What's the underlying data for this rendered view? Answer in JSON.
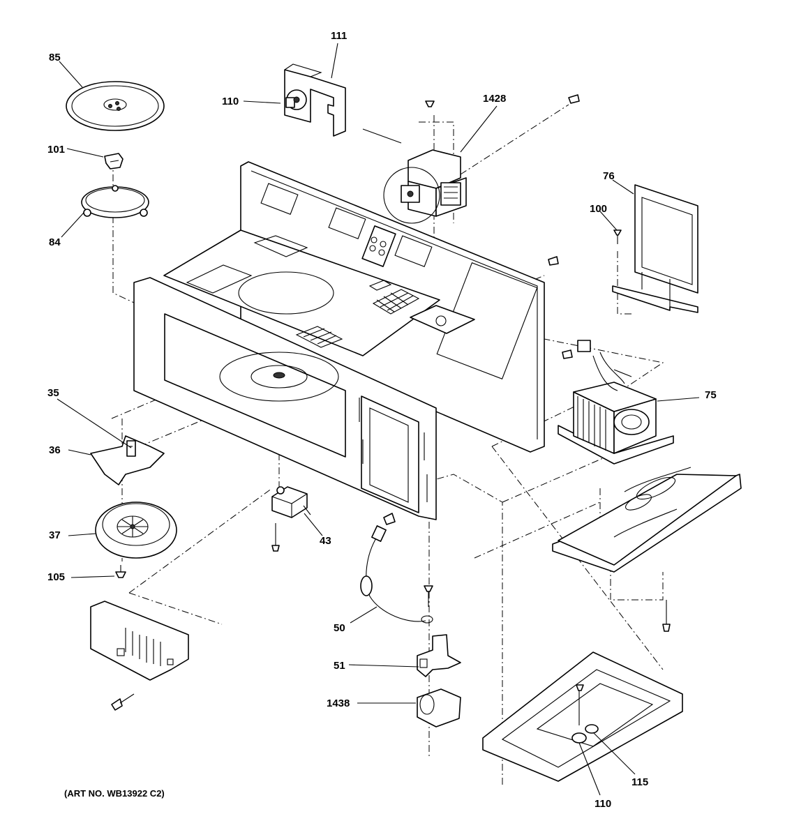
{
  "parts": {
    "p85": "85",
    "p101": "101",
    "p84": "84",
    "p111": "111",
    "p110_top": "110",
    "p1428": "1428",
    "p76": "76",
    "p100": "100",
    "p75": "75",
    "p35": "35",
    "p36": "36",
    "p37": "37",
    "p105": "105",
    "p43": "43",
    "p50": "50",
    "p51": "51",
    "p1438": "1438",
    "p115": "115",
    "p110_bottom": "110"
  },
  "art_number": "(ART NO.  WB13922 C2)"
}
